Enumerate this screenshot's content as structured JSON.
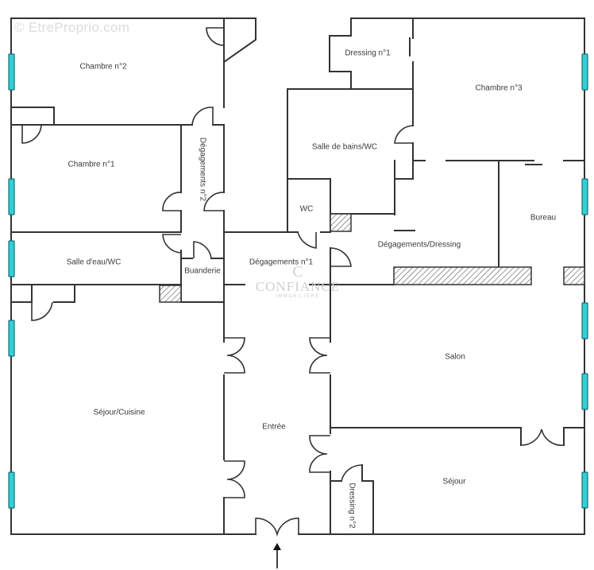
{
  "watermarks": {
    "site": "© EtreProprio.com",
    "agency_logo_glyph": "C",
    "agency_name": "CONFIANCE",
    "agency_subtitle": "IMMOBILIERE"
  },
  "rooms": {
    "chambre2": "Chambre n°2",
    "dressing1": "Dressing n°1",
    "chambre3": "Chambre n°3",
    "chambre1": "Chambre n°1",
    "degagements2": "Dégagements n°2",
    "salle_bains": "Salle de bains/WC",
    "wc": "WC",
    "bureau": "Bureau",
    "salle_eau": "Salle d'eau/WC",
    "buanderie": "Buanderie",
    "degagements1": "Dégagements n°1",
    "degagements_dressing": "Dégagements/Dressing",
    "sejour_cuisine": "Séjour/Cuisine",
    "entree": "Entrée",
    "salon": "Salon",
    "sejour": "Séjour",
    "dressing2": "Dressing n°2"
  },
  "colors": {
    "wall": "#333333",
    "window": "#2fd0d6",
    "label": "#3a3a3a"
  },
  "entrance_marker": "entrance-arrow"
}
